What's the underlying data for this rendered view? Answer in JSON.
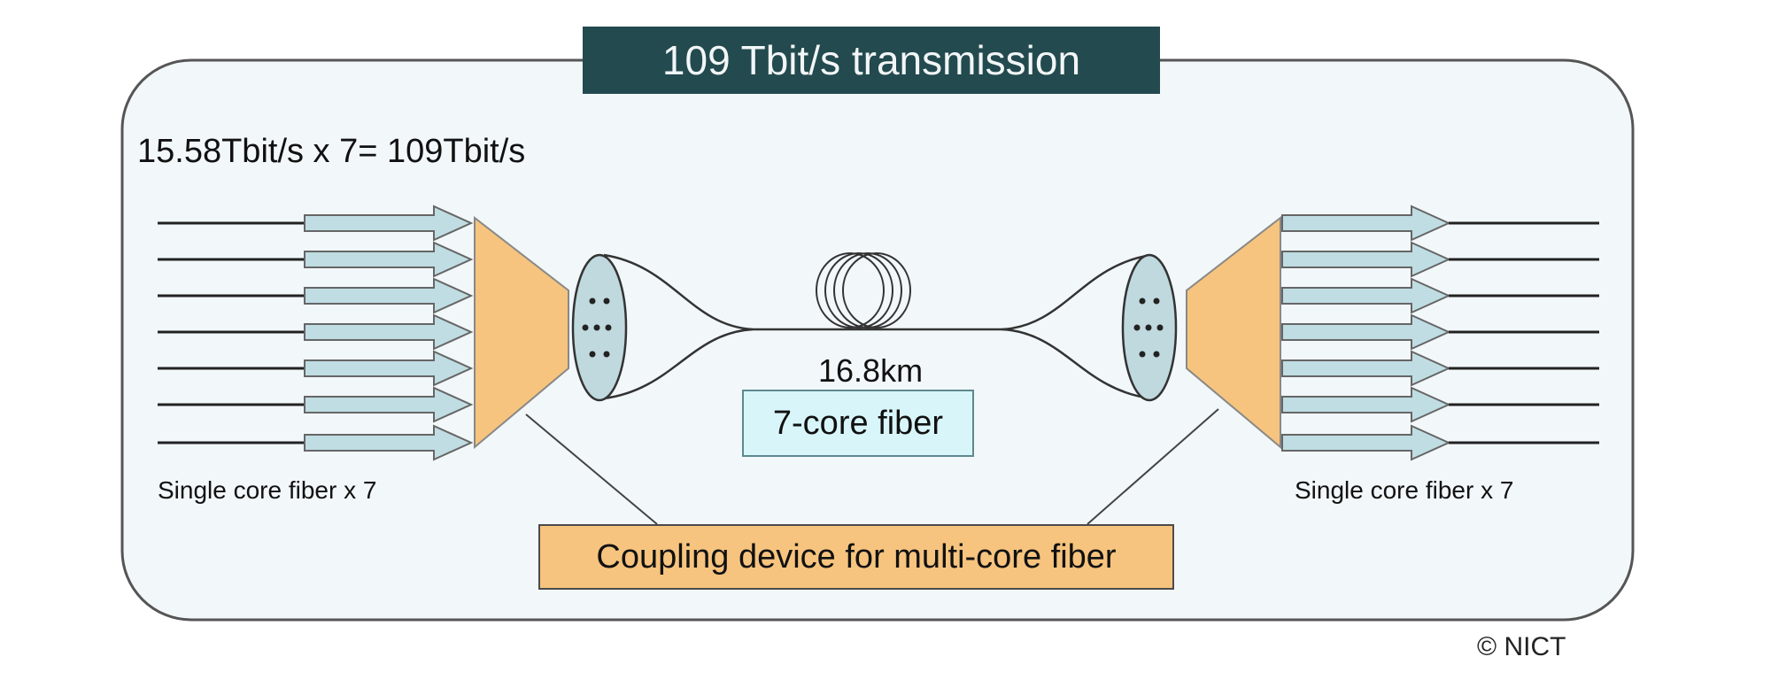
{
  "title": "109 Tbit/s transmission",
  "capacity_text": "15.58Tbit/s x 7= 109Tbit/s",
  "left_label": "Single core fiber x 7",
  "right_label": "Single core fiber x 7",
  "fiber_length": "16.8km",
  "fiber_type": "7-core fiber",
  "coupling_label": "Coupling device for multi-core fiber",
  "credit": "© NICT",
  "colors": {
    "panel_bg": "#f2f7f9",
    "title_bg": "#234a4f",
    "arrow_fill": "#bfdde3",
    "coupler_fill": "#f6c47e",
    "fiber_end_fill": "#bfd9de",
    "core_box_bg": "#d8f6f9"
  }
}
